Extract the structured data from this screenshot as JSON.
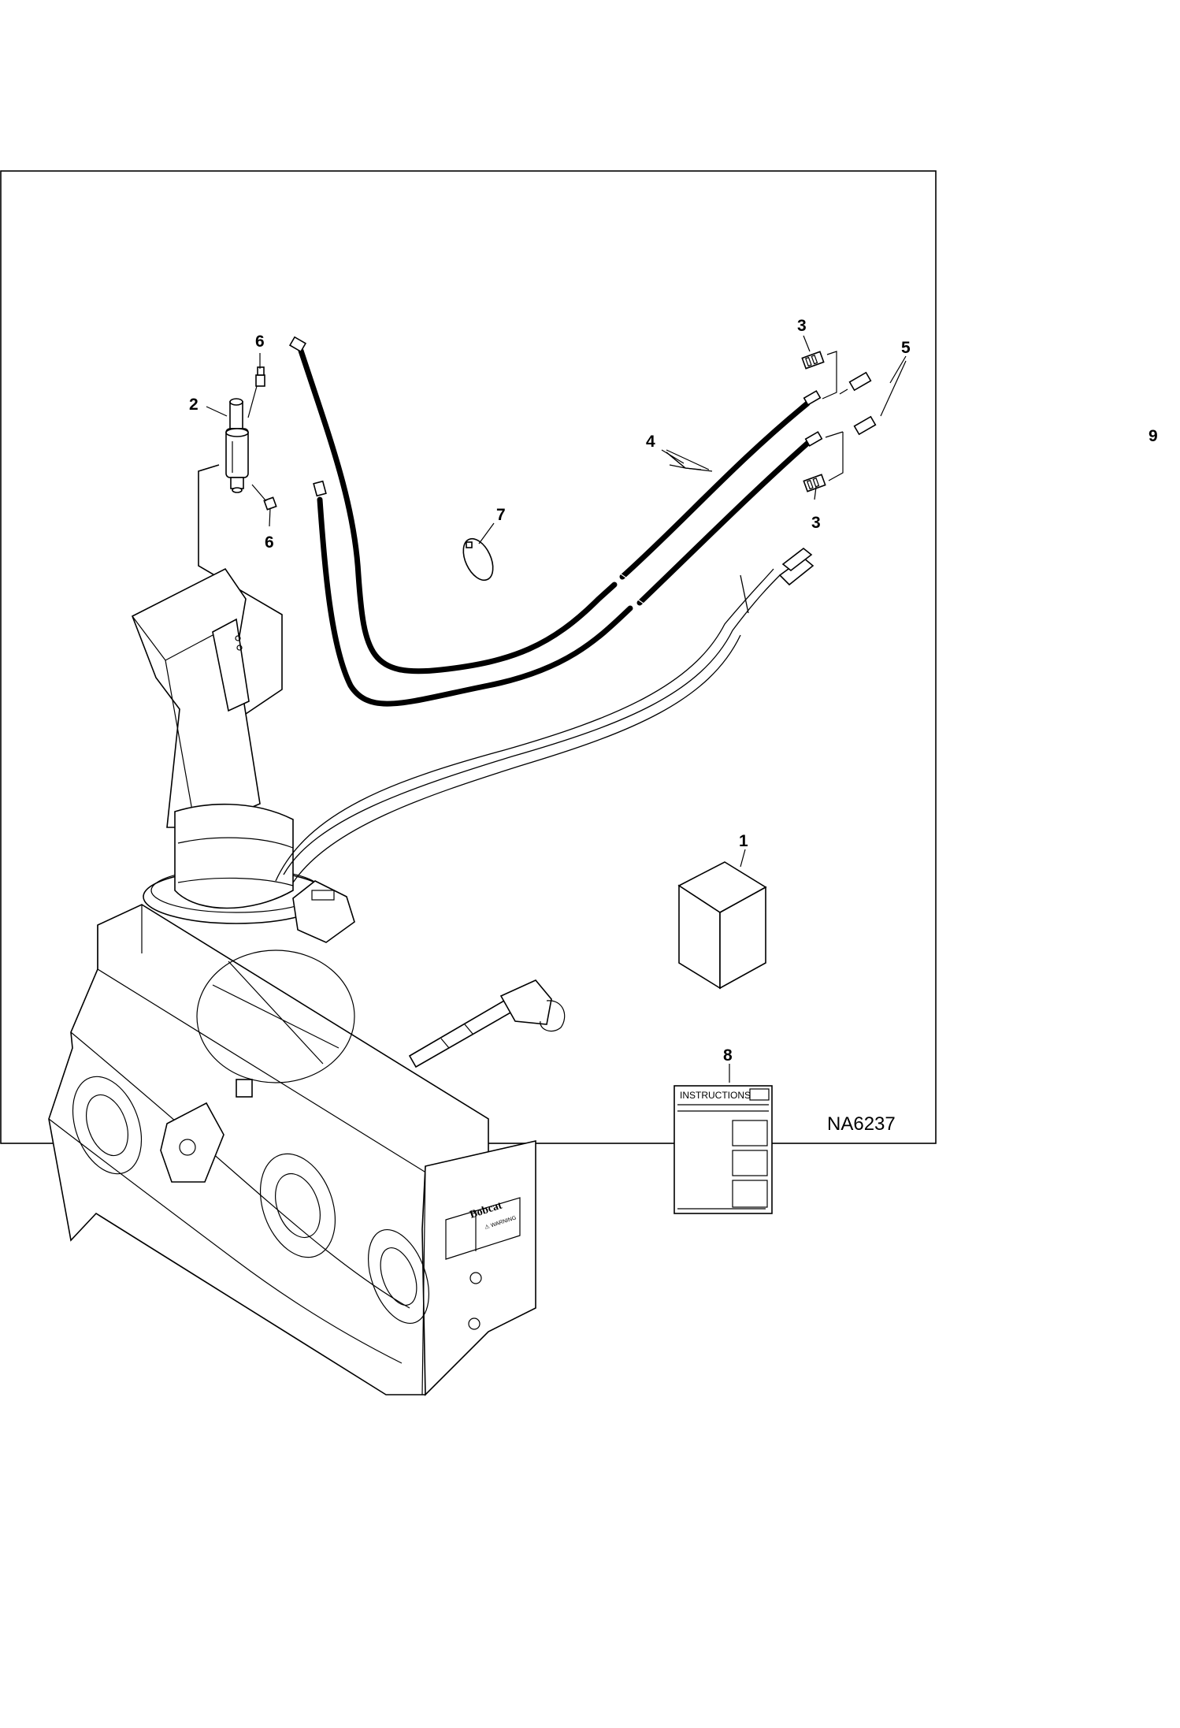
{
  "figure_id": "NA6237",
  "instructions_label": "INSTRUCTIONS",
  "callouts": [
    {
      "id": "c1",
      "label": "1"
    },
    {
      "id": "c2",
      "label": "2"
    },
    {
      "id": "c3a",
      "label": "3"
    },
    {
      "id": "c3b",
      "label": "3"
    },
    {
      "id": "c4",
      "label": "4"
    },
    {
      "id": "c5",
      "label": "5"
    },
    {
      "id": "c6a",
      "label": "6"
    },
    {
      "id": "c6b",
      "label": "6"
    },
    {
      "id": "c7",
      "label": "7"
    },
    {
      "id": "c8",
      "label": "8"
    },
    {
      "id": "c9",
      "label": "9"
    }
  ],
  "decal": {
    "brand": "Bobcat",
    "warning": "⚠ WARNING"
  }
}
